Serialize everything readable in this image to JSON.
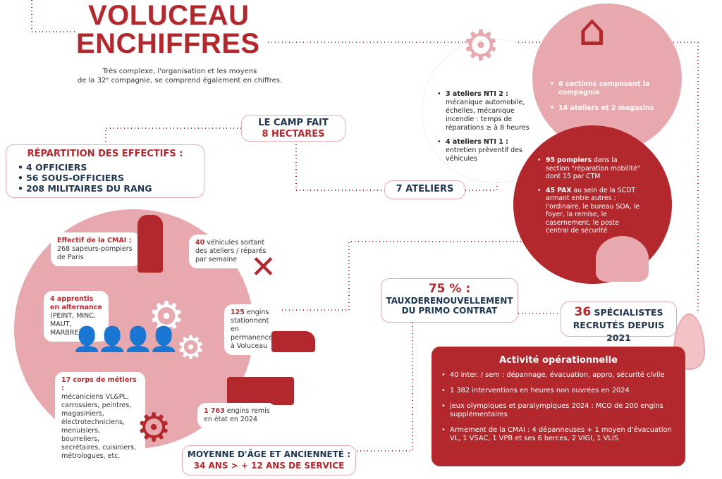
{
  "title": {
    "line1": "VOLUCEAU",
    "line2": "ENCHIFFRES"
  },
  "subtitle": {
    "line1": "Très complexe, l'organisation et les moyens",
    "line2": "de la 32ᵉ compagnie, se comprend également en chiffres."
  },
  "camp": {
    "line1": "LE CAMP FAIT",
    "line2": "8 HECTARES"
  },
  "repartition": {
    "title": "RÉPARTITION DES EFFECTIFS :",
    "items": [
      "4 OFFICIERS",
      "56 SOUS-OFFICIERS",
      "208 MILITAIRES DU RANG"
    ]
  },
  "ateliers": {
    "label": "7 ATELIERS"
  },
  "nti": {
    "nti2_bold": "3 ateliers NTI 2 :",
    "nti2_text": "mécanique automobile, échelles, mécanique incendie : temps de réparations ≥ à 8 heures",
    "nti1_bold": "4 ateliers NTI 1 :",
    "nti1_text": "entretien préventif des véhicules"
  },
  "sections": {
    "items": [
      "6 sections composent la compagnie",
      "14 ateliers et 2 magasins"
    ]
  },
  "pompiers": {
    "p1_bold": "95 pompiers",
    "p1_text": " dans la section \"réparation mobilité\" dont 15 par CTM",
    "p2_bold": "45 PAX",
    "p2_text": " au sein de la SCDT armant entre autres : l'ordinaire, le bureau SOA, le foyer, la remise, le casernement, le poste central de sécurité"
  },
  "hub": {
    "cmai_bold": "Effectif de la CMAI :",
    "cmai_text": "268 sapeurs-pompiers de Paris",
    "vehicules_bold": "40",
    "vehicules_text": " véhicules sortant des ateliers / réparés par semaine",
    "apprentis_bold": "4 apprentis en alternance",
    "apprentis_text": "(PEINT, MINC, MAUT, MARBRE)",
    "engins_bold": "125",
    "engins_text": " engins stationnent en permanence à Voluceau",
    "corps_bold": "17 corps de métiers :",
    "corps_text": "mécaniciens VL&PL, carrossiers, peintres, magasiniers, électrotechniciens, menuisiers, bourreliers, secrétaires, cuisiniers, métrologues, etc.",
    "remis_bold": "1 763",
    "remis_text": " engins remis en état en 2024"
  },
  "taux": {
    "pct": "75 % :",
    "line1": "TAUXDERENOUVELLEMENT",
    "line2": "DU PRIMO CONTRAT"
  },
  "specialistes": {
    "num": "36",
    "line1": " SPÉCIALISTES",
    "line2": "RECRUTÉS DEPUIS 2021"
  },
  "activite": {
    "title": "Activité opérationnelle",
    "items": [
      "40 inter. / sem : dépannage, évacuation, appro, sécurité civile",
      "1 382 interventions en heures non ouvrées en 2024",
      "jeux olympiques et paralympiques 2024 : MCO de 200 engins supplémentaires",
      "Armement de la CMAI : 4 dépanneuses + 1 moyen d'évacuation VL, 1 VSAC, 1 VPB et ses 6 berces, 2 VIGI, 1 VLIS"
    ]
  },
  "moyenne": {
    "line1": "MOYENNE D'ÂGE ET ANCIENNETÉ :",
    "line2": "34 ANS > + 12 ANS DE SERVICE"
  },
  "colors": {
    "red": "#b3282d",
    "pink": "#e8a9ae",
    "navy": "#1f3550"
  }
}
